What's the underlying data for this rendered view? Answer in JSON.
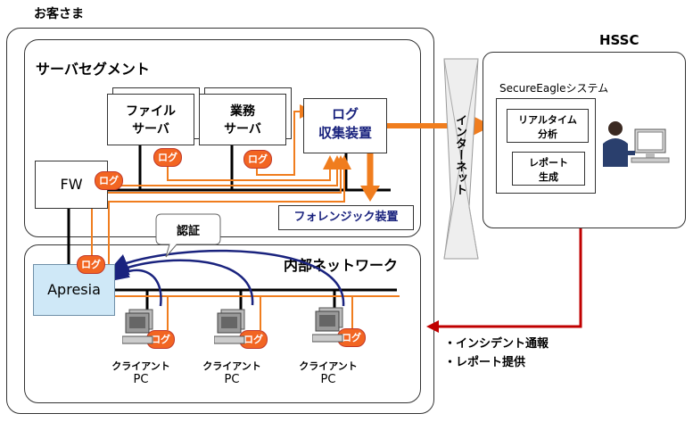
{
  "customer_site": {
    "title": "お客さま"
  },
  "server_segment": {
    "title": "サーバセグメント",
    "file_server": [
      "ファイル",
      "サーバ"
    ],
    "business_server": [
      "業務",
      "サーバ"
    ],
    "log_collector": [
      "ログ",
      "収集装置"
    ],
    "forensic": "フォレンジック装置",
    "fw": "FW"
  },
  "internal_network": {
    "title": "内部ネットワーク",
    "apresia": "Apresia",
    "auth": "認証",
    "clients": [
      {
        "line1": "クライアント",
        "line2": "PC"
      },
      {
        "line1": "クライアント",
        "line2": "PC"
      },
      {
        "line1": "クライアント",
        "line2": "PC"
      }
    ]
  },
  "internet": "インターネット",
  "hssc": {
    "title": "HSSC",
    "system": "SecureEagleシステム",
    "analysis": [
      "リアルタイム",
      "分析"
    ],
    "report": [
      "レポート",
      "生成"
    ]
  },
  "log_badge": "ログ",
  "notices": [
    "・インシデント通報",
    "・レポート提供"
  ],
  "colors": {
    "log_flow": "#f07d1e",
    "auth_flow": "#1a237e",
    "notify": "#c00000",
    "apresia_fill": "#cfe8f7"
  }
}
